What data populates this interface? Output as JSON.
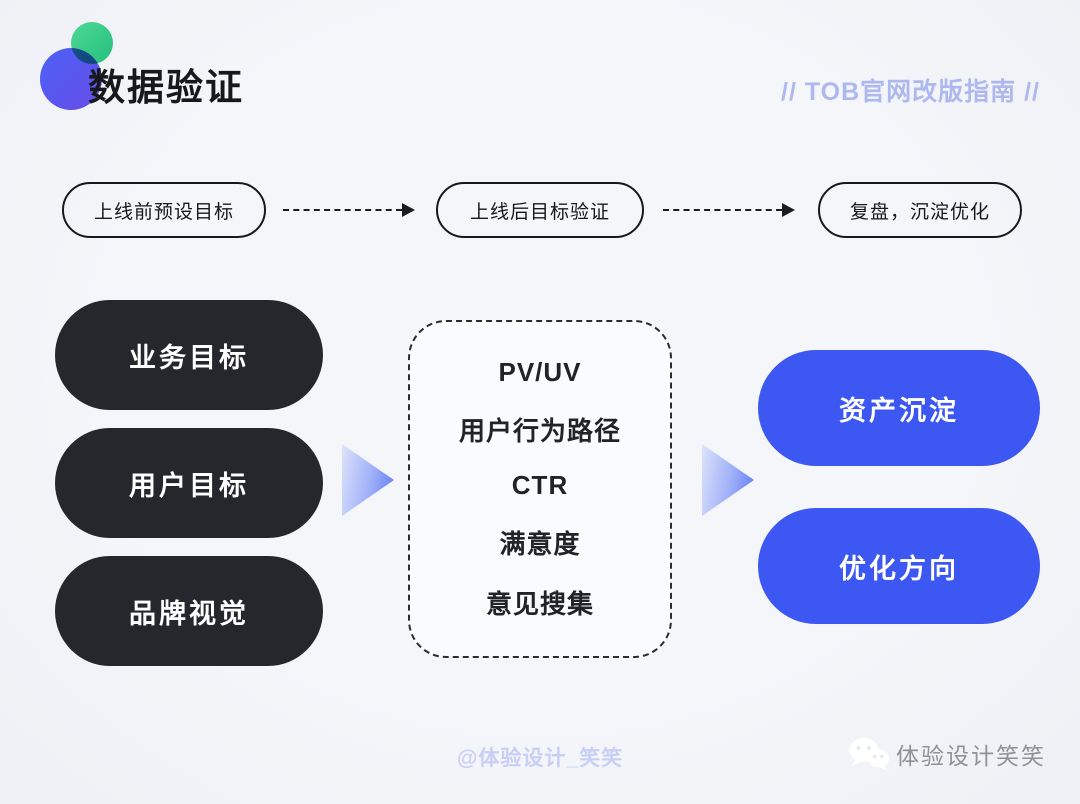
{
  "header": {
    "title": "数据验证",
    "subtitle": "// TOB官网改版指南 //"
  },
  "flow": {
    "steps": [
      "上线前预设目标",
      "上线后目标验证",
      "复盘，沉淀优化"
    ]
  },
  "diagram": {
    "inputs": [
      "业务目标",
      "用户目标",
      "品牌视觉"
    ],
    "metrics": [
      "PV/UV",
      "用户行为路径",
      "CTR",
      "满意度",
      "意见搜集"
    ],
    "outputs": [
      "资产沉淀",
      "优化方向"
    ]
  },
  "footer": {
    "watermark": "@体验设计_笑笑",
    "brand": "体验设计笑笑"
  },
  "icons": {
    "logo": "overlapping-circles-logo",
    "brand": "wechat-icon"
  },
  "colors": {
    "background": "#F2F3F8",
    "dark_pill": "#26272C",
    "blue_pill": "#3D57F2",
    "outline": "#17181C",
    "subtitle": "#ADB9EE",
    "watermark": "#C7CFF5",
    "brand_text": "#8F9196",
    "arrow_gradient_start": "#DDE3FB",
    "arrow_gradient_end": "#5D77F4"
  }
}
